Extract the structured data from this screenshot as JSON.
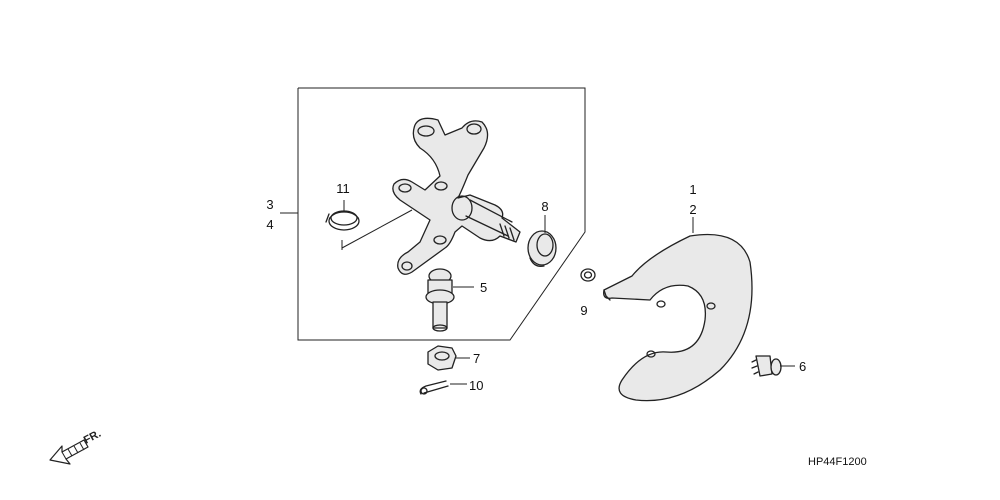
{
  "diagram": {
    "callouts": {
      "c1": "1",
      "c2": "2",
      "c3": "3",
      "c4": "4",
      "c5": "5",
      "c6": "6",
      "c7": "7",
      "c8": "8",
      "c9": "9",
      "c10": "10",
      "c11": "11"
    },
    "direction_label": "FR.",
    "diagram_code": "HP44F1200"
  }
}
